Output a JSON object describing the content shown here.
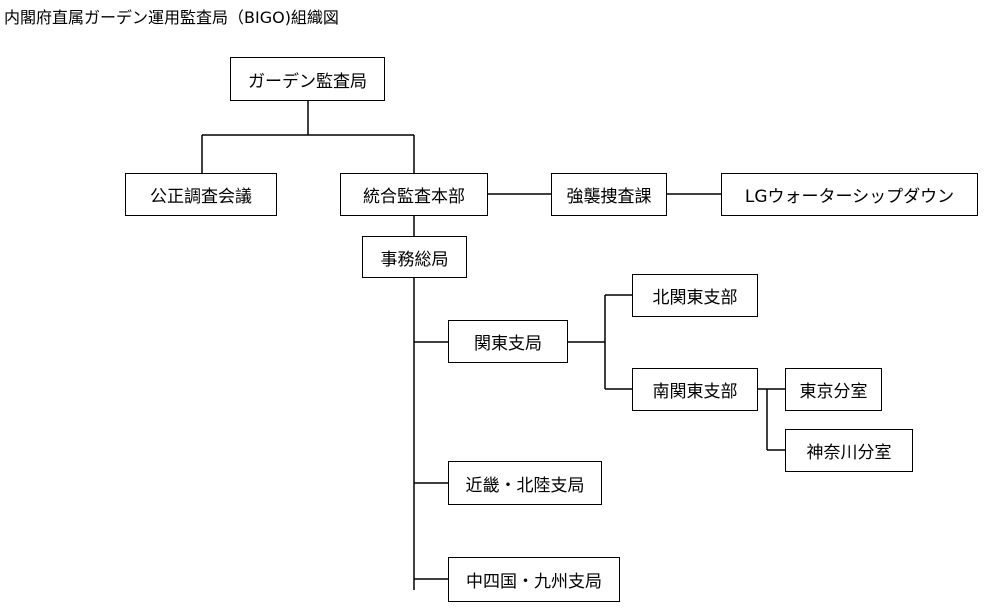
{
  "title": "内閣府直属ガーデン運用監査局（BIGO)組織図",
  "org": {
    "root": "ガーデン監査局",
    "council": "公正調査会議",
    "hq": "統合監査本部",
    "raid": "強襲捜査課",
    "lg": "LGウォーターシップダウン",
    "secretariat": "事務総局",
    "kanto": "関東支局",
    "kita_kanto": "北関東支部",
    "minami_kanto": "南関東支部",
    "tokyo": "東京分室",
    "kanagawa": "神奈川分室",
    "kinki": "近畿・北陸支局",
    "chushikoku": "中四国・九州支局"
  }
}
